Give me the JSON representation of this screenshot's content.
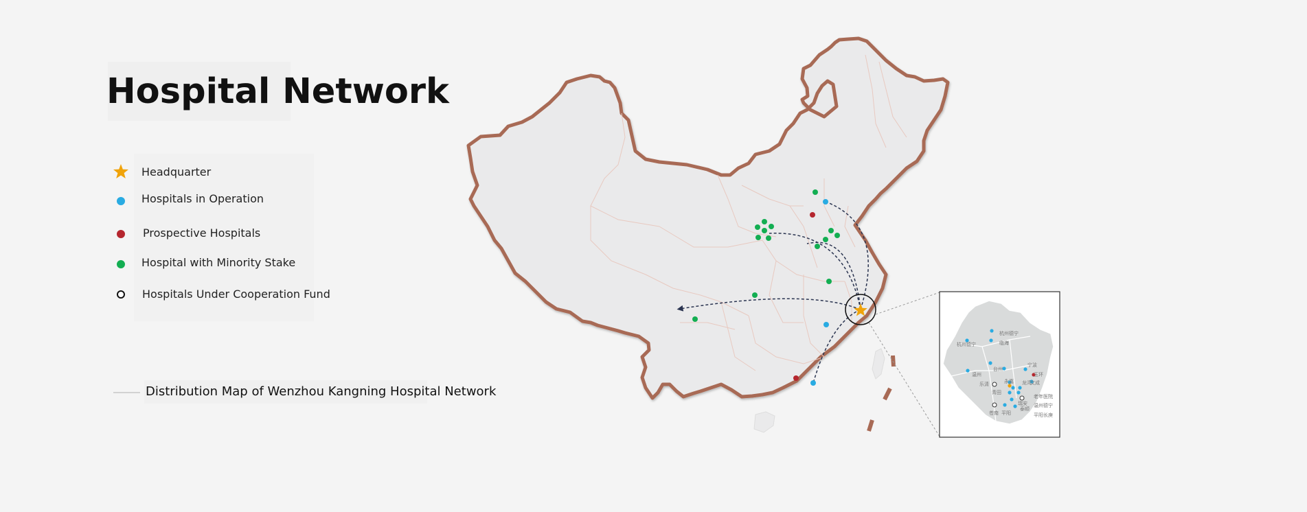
{
  "page": {
    "title": "Hospital Network",
    "caption": "Distribution Map of Wenzhou Kangning Hospital Network"
  },
  "legend": [
    {
      "key": "headquarter",
      "label": "Headquarter",
      "color": "#f0a30a",
      "shape": "star-icon"
    },
    {
      "key": "operation",
      "label": "Hospitals in Operation",
      "color": "#29abe2",
      "shape": "dot"
    },
    {
      "key": "prospective",
      "label": "Prospective Hospitals",
      "color": "#b5262e",
      "shape": "dot"
    },
    {
      "key": "minority",
      "label": "Hospital with Minority Stake",
      "color": "#13ae52",
      "shape": "dot"
    },
    {
      "key": "fund",
      "label": "Hospitals Under Cooperation Fund",
      "color": "#111111",
      "shape": "ring"
    }
  ],
  "colors": {
    "border": "#a86a55",
    "land": "#eaeaeb",
    "province_lines": "#e8c9c0",
    "route": "#2a3450"
  },
  "inset": {
    "labels": [
      "杭州德宁",
      "杭州德宁",
      "临海",
      "台州",
      "温州",
      "乐清",
      "青田",
      "永嘉",
      "龙湾",
      "苍南",
      "平阳",
      "瑞安",
      "宁波",
      "玉环",
      "文成",
      "泰顺",
      "老年医院",
      "温州德宁",
      "平阳长庚"
    ]
  }
}
